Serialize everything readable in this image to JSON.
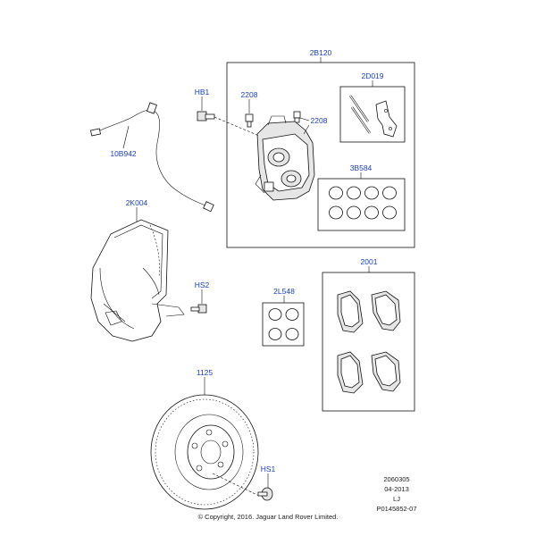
{
  "callouts": {
    "c2B120": "2B120",
    "c2D019": "2D019",
    "cHB1": "HB1",
    "c2208a": "2208",
    "c2208b": "2208",
    "c10B942": "10B942",
    "c3B584": "3B584",
    "c2K004": "2K004",
    "cHS2": "HS2",
    "c2001": "2001",
    "c2L548": "2L548",
    "c1125": "1125",
    "cHS1": "HS1"
  },
  "meta": {
    "code1": "2060305",
    "date": "04-2013",
    "initials": "LJ",
    "ref": "P0145852-07"
  },
  "copyright": "© Copyright, 2016. Jaguar Land Rover Limited."
}
